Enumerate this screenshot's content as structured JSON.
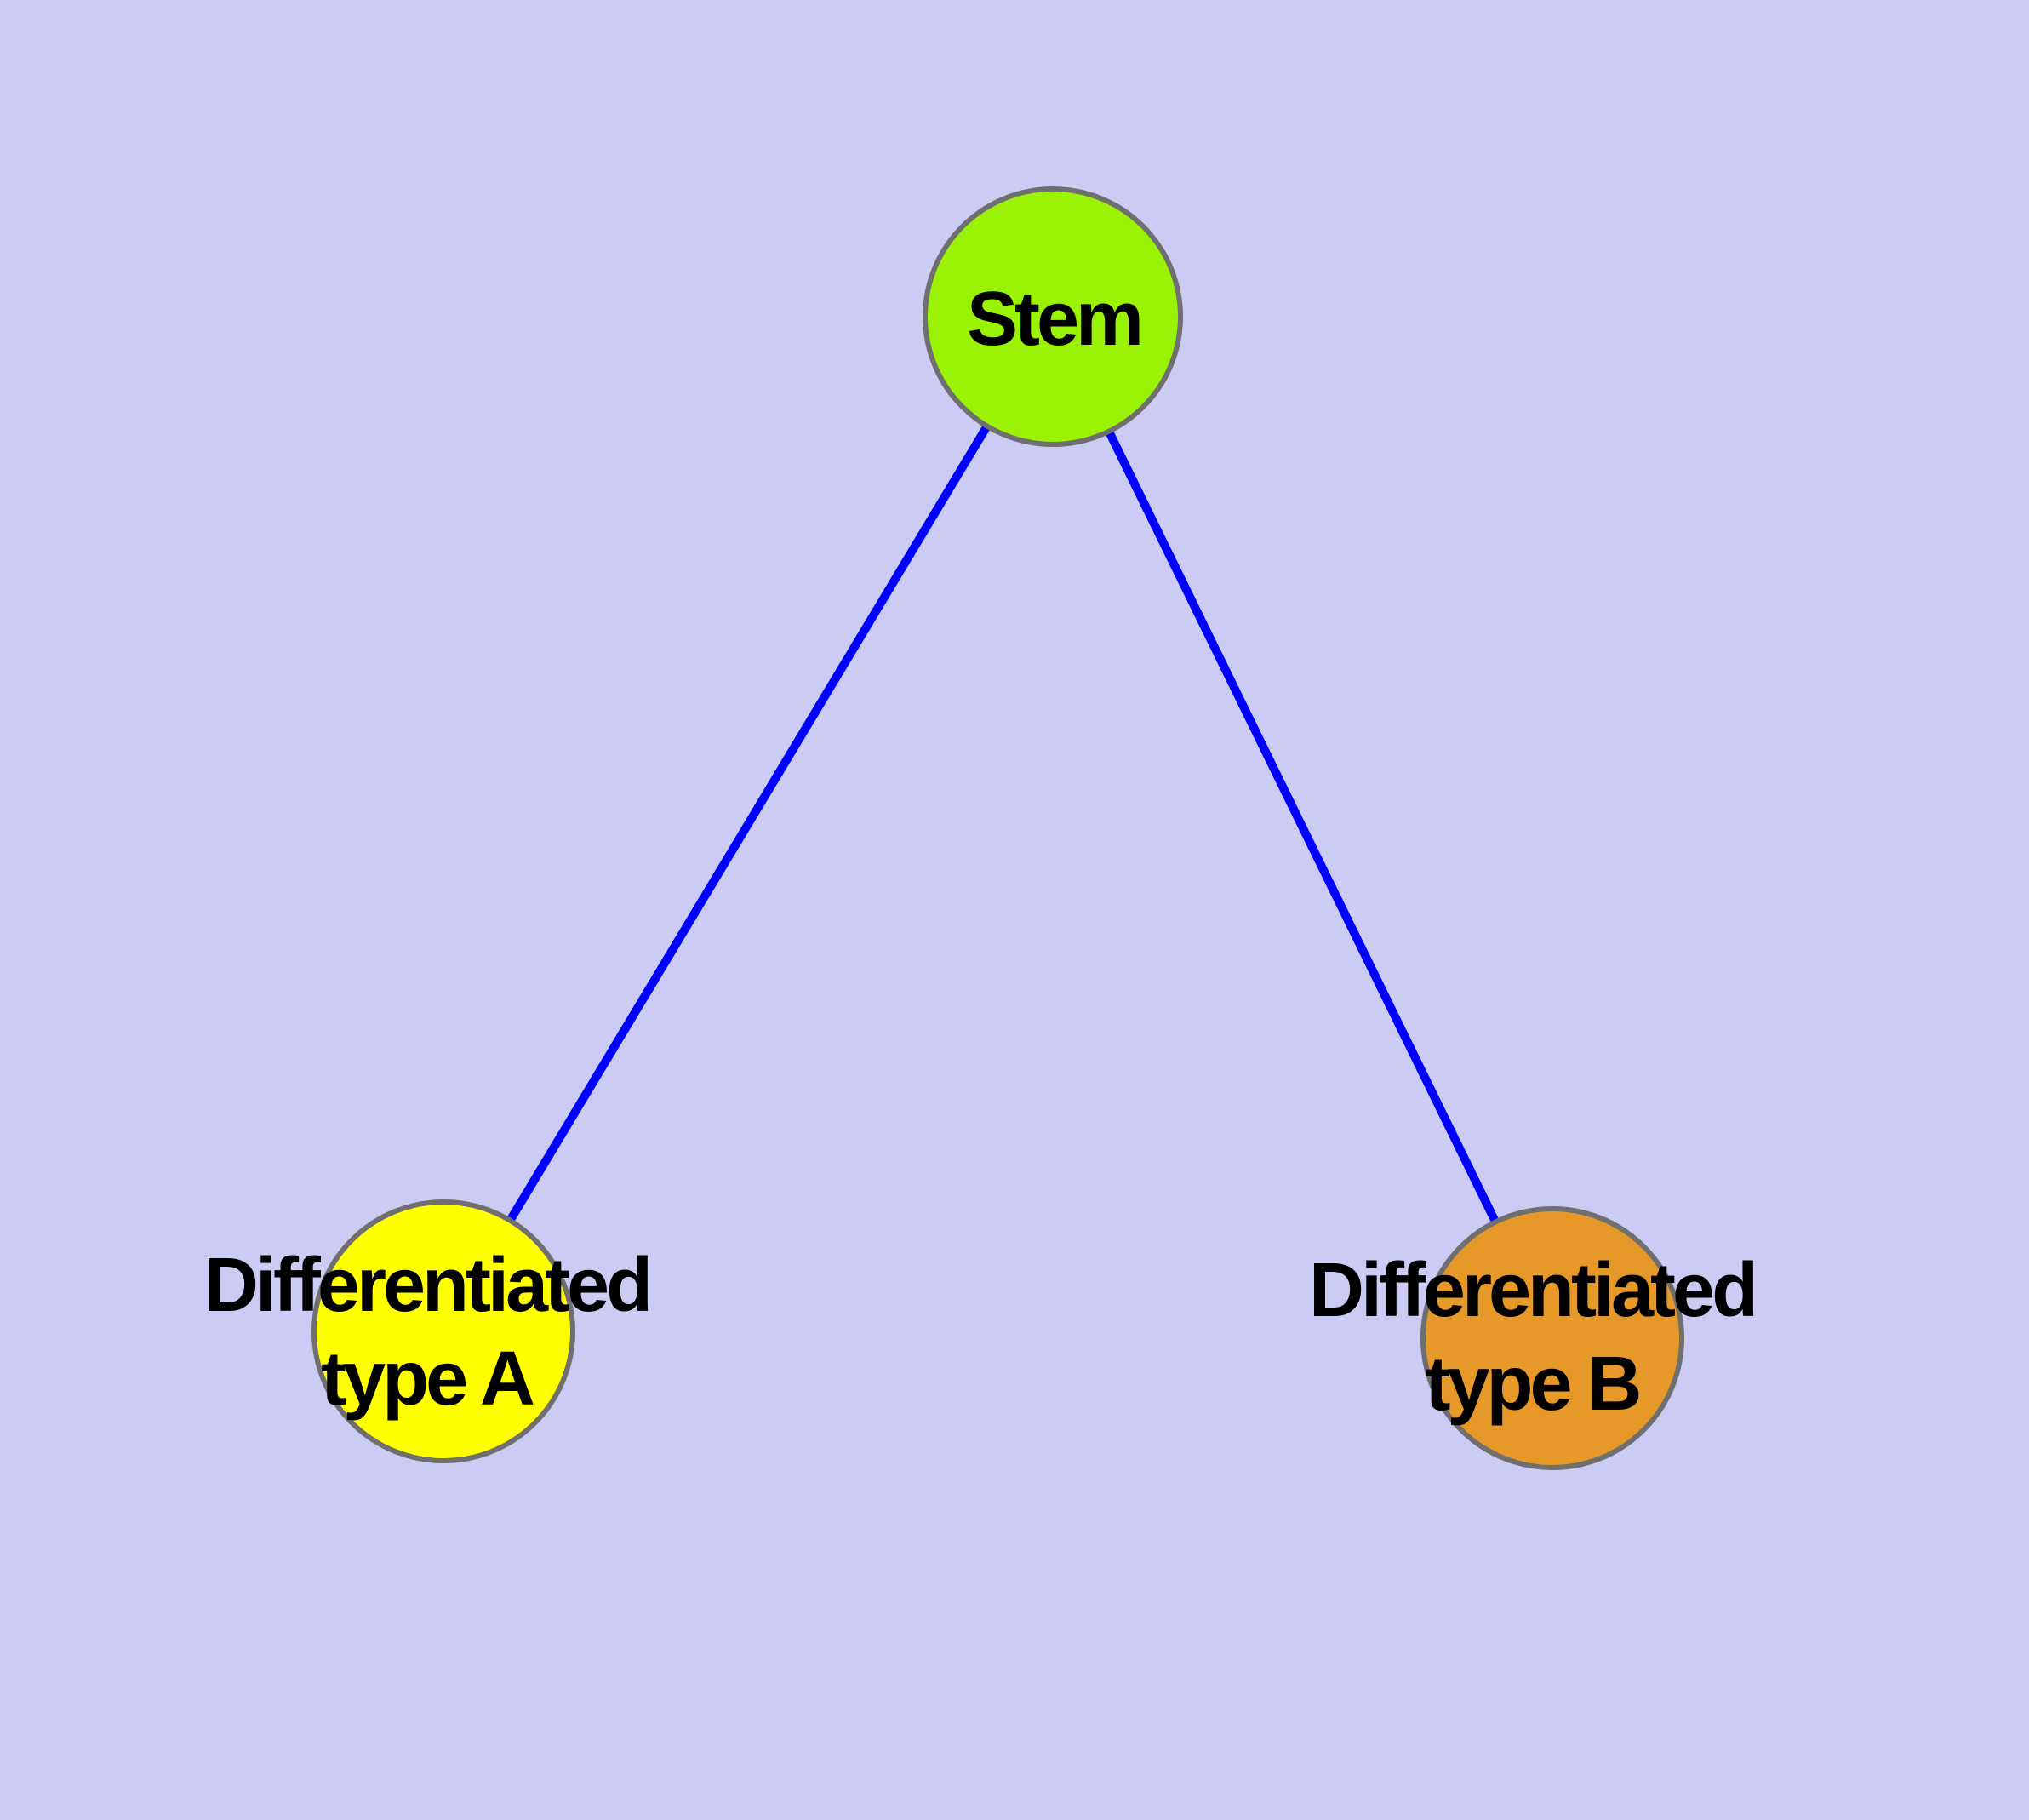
{
  "diagram": {
    "type": "graph",
    "title": "",
    "background_color": "#CBCBF4",
    "node_border_color": "#6F6F6F",
    "edge_color": "#0000FF",
    "text_color": "#000000",
    "nodes": [
      {
        "id": "stem",
        "label": "Stem",
        "label_line1": "Stem",
        "label_line2": "",
        "fill_color": "#9AF304"
      },
      {
        "id": "diff-a",
        "label": "Differentiated type A",
        "label_line1": "Differentiated",
        "label_line2": "type A",
        "fill_color": "#FFFF00"
      },
      {
        "id": "diff-b",
        "label": "Differentiated type B",
        "label_line1": "Differentiated",
        "label_line2": "type B",
        "fill_color": "#E69928"
      }
    ],
    "edges": [
      {
        "from": "Stem",
        "to": "Differentiated type A"
      },
      {
        "from": "Stem",
        "to": "Differentiated type B"
      }
    ]
  }
}
